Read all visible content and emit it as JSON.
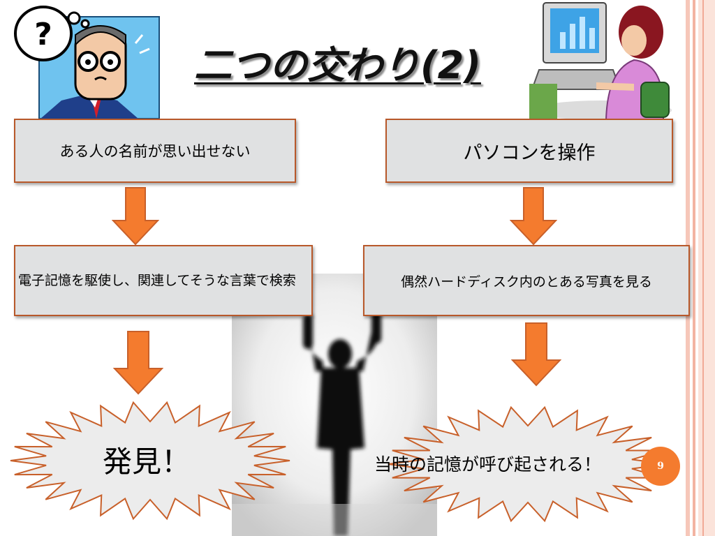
{
  "slide": {
    "title": "二つの交わり(2)",
    "left": {
      "step1": "ある人の名前が思い出せない",
      "step2": "電子記憶を駆使し、関連してそうな言葉で検索",
      "result": "発見！"
    },
    "right": {
      "step1": "パソコンを操作",
      "step2": "偶然ハードディスク内のとある写真を見る",
      "result": "当時の記憶が呼び起される！"
    },
    "page_number": "9"
  },
  "icons": [
    "thinking-man-clipart",
    "computer-user-clipart",
    "silhouette-person-photo",
    "down-arrow-icon"
  ],
  "colors": {
    "box_fill": "#e0e1e2",
    "box_border": "#b8582a",
    "arrow": "#f47b2e",
    "burst_stroke": "#c8602a",
    "page_badge": "#f47b2e",
    "edge_stripe": "#f6c7b9"
  }
}
